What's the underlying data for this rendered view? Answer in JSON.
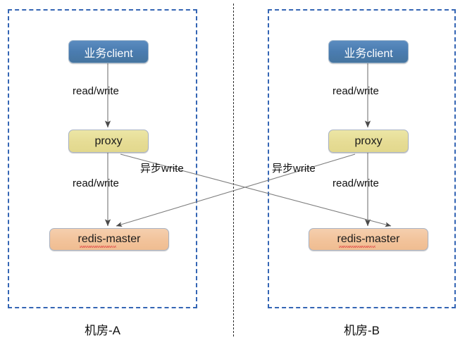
{
  "diagram": {
    "type": "architecture-diagram",
    "title": "Redis multi-datacenter dual-master proxy topology",
    "background_color": "#ffffff",
    "zone_border_color": "#3465b4",
    "divider_color": "#2b2b2b",
    "arrow_color": "#555555"
  },
  "zones": [
    {
      "id": "dc-a",
      "caption": "机房-A",
      "nodes": {
        "client": {
          "label": "业务client",
          "color": "#4a7cb0",
          "text_color": "#ffffff"
        },
        "proxy": {
          "label": "proxy",
          "color": "#e6dc95",
          "text_color": "#1a1a1a"
        },
        "redis": {
          "label": "redis-master",
          "color": "#f2c39b",
          "text_color": "#1a1a1a",
          "misspelled": true
        }
      },
      "edges": [
        {
          "from": "client",
          "to": "proxy",
          "label": "read/write",
          "style": "straight-down"
        },
        {
          "from": "proxy",
          "to": "redis",
          "label": "read/write",
          "style": "straight-down"
        },
        {
          "from": "proxy",
          "to": "dc-b.redis",
          "label": "异步write",
          "style": "cross"
        }
      ]
    },
    {
      "id": "dc-b",
      "caption": "机房-B",
      "nodes": {
        "client": {
          "label": "业务client",
          "color": "#4a7cb0",
          "text_color": "#ffffff"
        },
        "proxy": {
          "label": "proxy",
          "color": "#e6dc95",
          "text_color": "#1a1a1a"
        },
        "redis": {
          "label": "redis-master",
          "color": "#f2c39b",
          "text_color": "#1a1a1a",
          "misspelled": true
        }
      },
      "edges": [
        {
          "from": "client",
          "to": "proxy",
          "label": "read/write",
          "style": "straight-down"
        },
        {
          "from": "proxy",
          "to": "redis",
          "label": "read/write",
          "style": "straight-down"
        },
        {
          "from": "proxy",
          "to": "dc-a.redis",
          "label": "异步write",
          "style": "cross"
        }
      ]
    }
  ],
  "labels": {
    "read_write": "read/write",
    "async_write": "异步write",
    "client": "业务client",
    "proxy": "proxy",
    "redis_master": "redis-master",
    "zone_a": "机房-A",
    "zone_b": "机房-B"
  }
}
